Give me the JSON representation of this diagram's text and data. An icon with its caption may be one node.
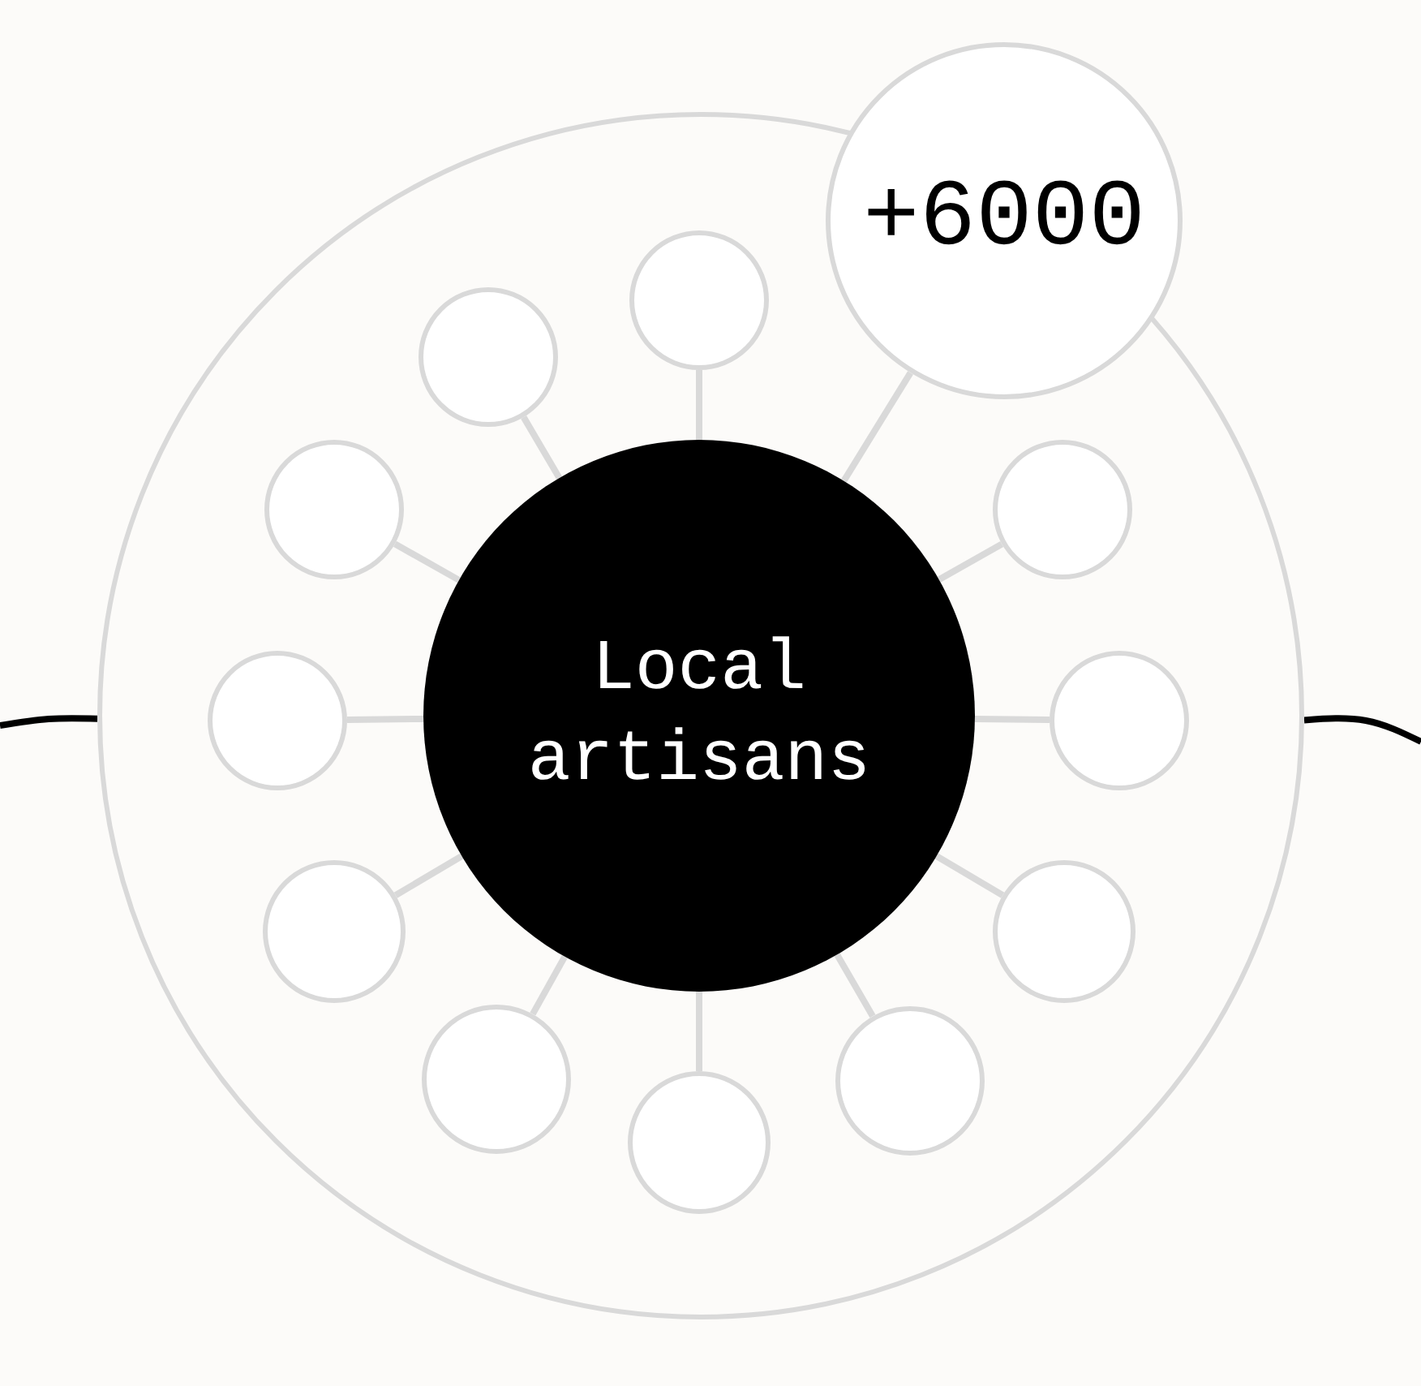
{
  "diagram": {
    "nodes": [
      {
        "text": [],
        "shape": "circle"
      },
      {
        "text": [
          "Local artisans"
        ],
        "in": 0
      },
      {
        "text": [
          "+6000"
        ]
      },
      {
        "text": [],
        "shape": "circle",
        "in": 0
      },
      {
        "text": [],
        "shape": "circle",
        "in": 0
      },
      {
        "text": [],
        "shape": "circle",
        "in": 0
      },
      {
        "text": [],
        "shape": "circle",
        "in": 0
      },
      {
        "text": [],
        "shape": "circle",
        "in": 0
      },
      {
        "text": [],
        "shape": "circle",
        "in": 0
      },
      {
        "text": [],
        "shape": "circle",
        "in": 0
      },
      {
        "text": [],
        "shape": "circle",
        "in": 0
      },
      {
        "text": [],
        "shape": "circle",
        "in": 0
      },
      {
        "text": [],
        "shape": "circle",
        "in": 0
      },
      {
        "text": [],
        "shape": "circle",
        "in": 0
      }
    ],
    "edges": [
      {
        "from": 1,
        "to": 2,
        "arrow": "none"
      },
      {
        "from": 1,
        "to": 3,
        "arrow": "none"
      },
      {
        "from": 1,
        "to": 4,
        "arrow": "none"
      },
      {
        "from": 1,
        "to": 5,
        "arrow": "none"
      },
      {
        "from": 1,
        "to": 6,
        "arrow": "none"
      },
      {
        "from": 1,
        "to": 7,
        "arrow": "none"
      },
      {
        "from": 1,
        "to": 8,
        "arrow": "none"
      },
      {
        "from": 1,
        "to": 9,
        "arrow": "none"
      },
      {
        "from": 1,
        "to": 10,
        "arrow": "none"
      },
      {
        "from": 1,
        "to": 11,
        "arrow": "none"
      },
      {
        "from": 1,
        "to": 12,
        "arrow": "none"
      },
      {
        "from": 1,
        "to": 13,
        "arrow": "none"
      },
      {
        "from": null,
        "to": 0,
        "arrow": "none",
        "color": "#000000"
      },
      {
        "from": 0,
        "to": null,
        "arrow": "none",
        "color": "#000000"
      }
    ]
  }
}
